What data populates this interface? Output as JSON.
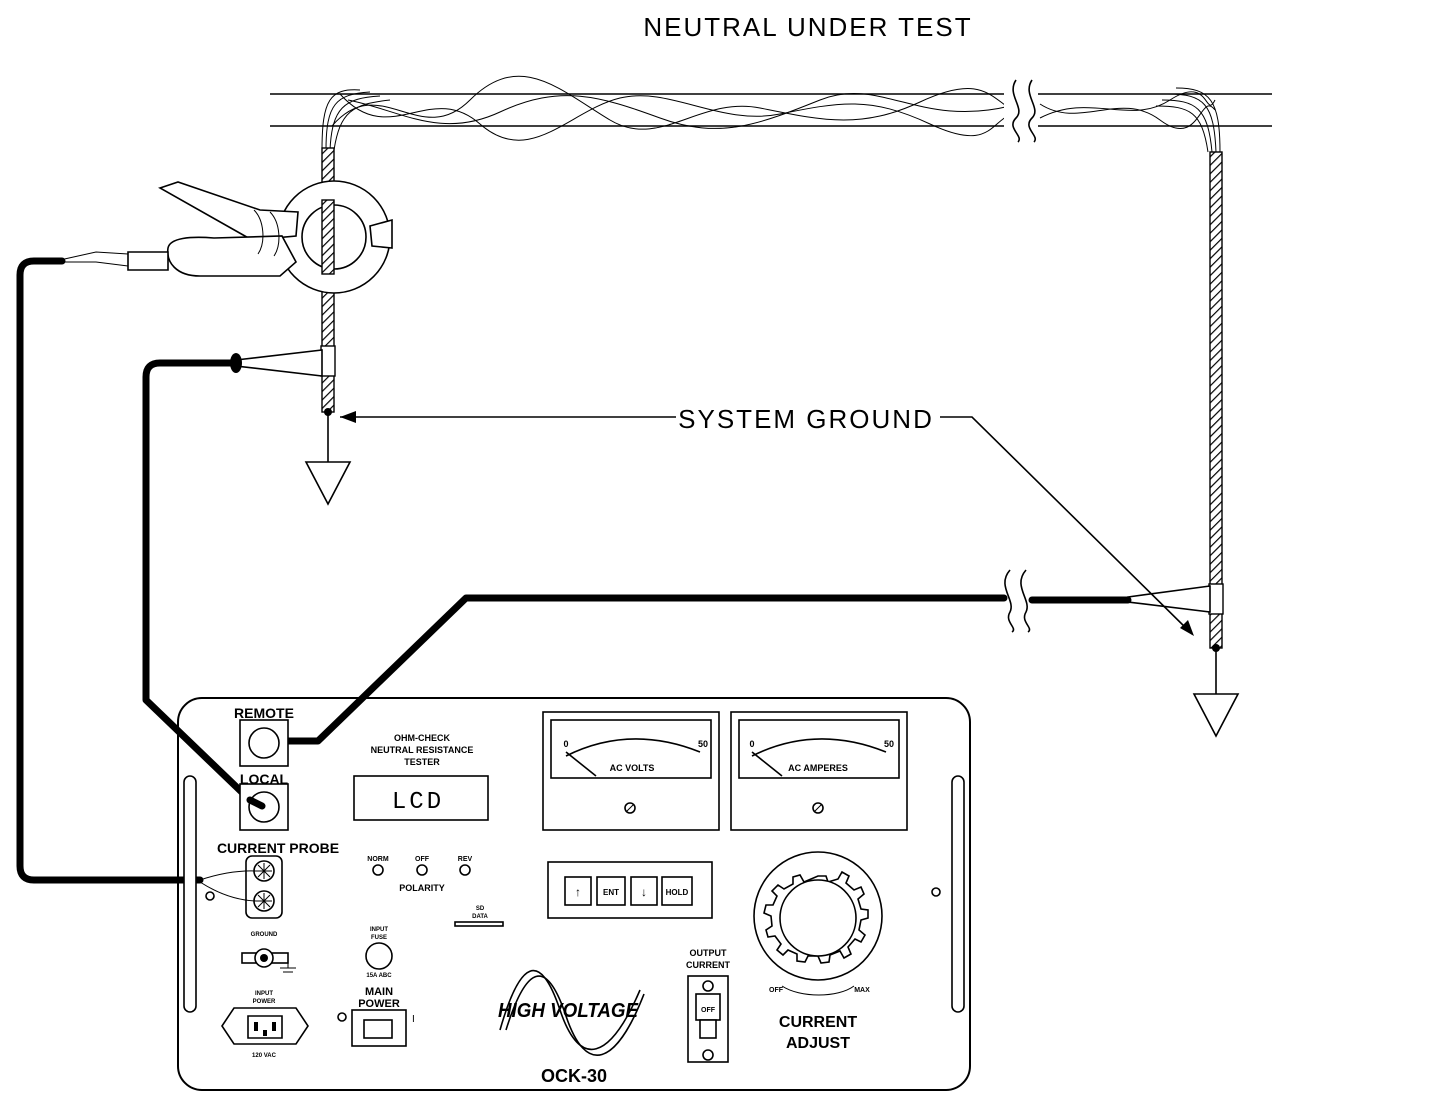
{
  "labels": {
    "neutral_under_test": "NEUTRAL UNDER TEST",
    "system_ground": "SYSTEM GROUND"
  },
  "panel": {
    "remote": "REMOTE",
    "local": "LOCAL",
    "current_probe": "CURRENT PROBE",
    "title_line1": "OHM-CHECK",
    "title_line2": "NEUTRAL RESISTANCE",
    "title_line3": "TESTER",
    "lcd": "LCD",
    "volt_meter": {
      "label": "AC VOLTS",
      "min": "0",
      "max": "50"
    },
    "amp_meter": {
      "label": "AC AMPERES",
      "min": "0",
      "max": "50"
    },
    "keys": [
      "↑",
      "ENT",
      "↓",
      "HOLD"
    ],
    "polarity": {
      "label": "POLARITY",
      "norm": "NORM",
      "off": "OFF",
      "rev": "REV"
    },
    "sd_line1": "SD",
    "sd_line2": "DATA",
    "ground": "GROUND",
    "input_fuse_line1": "INPUT",
    "input_fuse_line2": "FUSE",
    "fuse_rating": "15A ABC",
    "main_power_line1": "MAIN",
    "main_power_line2": "POWER",
    "input_power_line1": "INPUT",
    "input_power_line2": "POWER",
    "input_voltage": "120 VAC",
    "brand": "HIGH VOLTAGE",
    "output_current_line1": "OUTPUT",
    "output_current_line2": "CURRENT",
    "toggle_state": "OFF",
    "knob_off": "OFF",
    "knob_max": "MAX",
    "current_adjust_line1": "CURRENT",
    "current_adjust_line2": "ADJUST",
    "model": "OCK-30",
    "switch_on": "I"
  }
}
